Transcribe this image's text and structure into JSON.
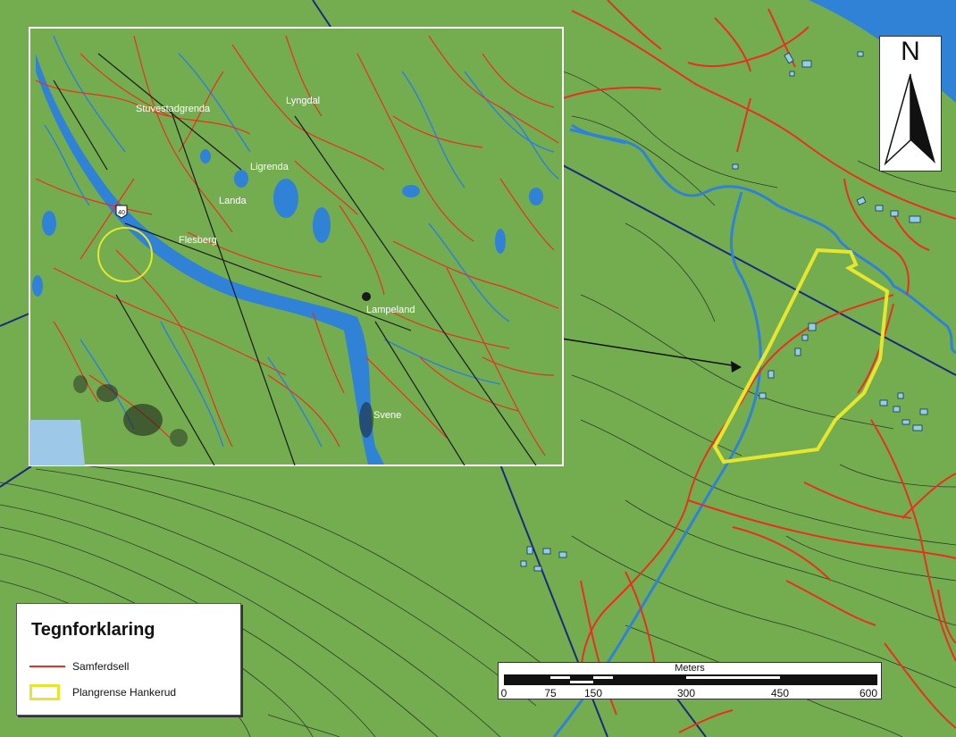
{
  "map": {
    "inset_labels": [
      "Stuvestadgrenda",
      "Lyngdal",
      "Ligrenda",
      "Landa",
      "Flesberg",
      "Lampeland",
      "Svene"
    ],
    "road_shield": "40",
    "colors": {
      "land": "#74ad50",
      "water": "#2f82d6",
      "road": "#e8301e",
      "boundary": "#e6e62e",
      "contour": "#2f3a2a",
      "power_line": "#1c2a7a"
    }
  },
  "north_arrow": {
    "letter": "N"
  },
  "legend": {
    "title": "Tegnforklaring",
    "items": [
      {
        "label": "Samferdsell",
        "symbol": "red-line"
      },
      {
        "label": "Plangrense Hankerud",
        "symbol": "yellow-box"
      }
    ]
  },
  "scale_bar": {
    "unit": "Meters",
    "labels": [
      "0",
      "75",
      "150",
      "300",
      "450",
      "600"
    ]
  }
}
